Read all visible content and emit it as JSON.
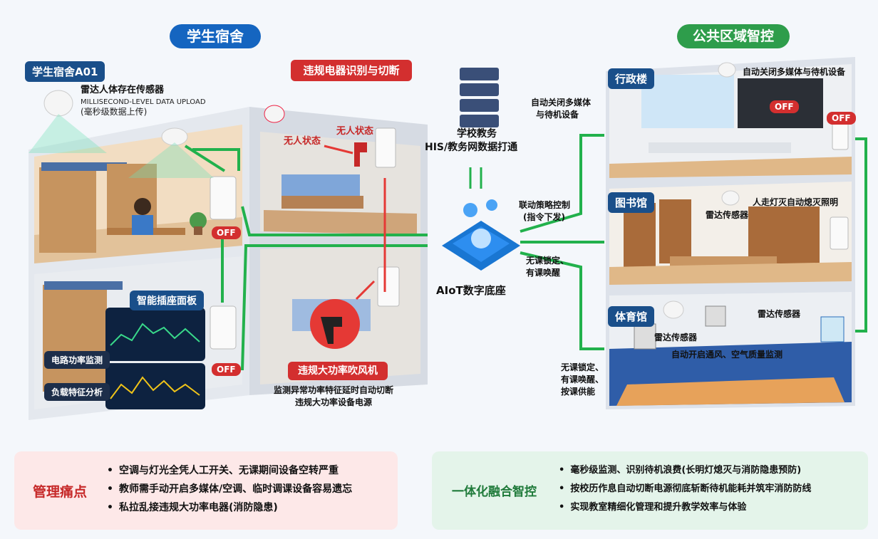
{
  "left_section": {
    "title": "学生宿舍",
    "dorm_tag": "学生宿舍A01",
    "sensor_title": "雷达人体存在传感器",
    "sensor_sub_en": "MILLISECOND-LEVEL DATA UPLOAD",
    "sensor_sub_cn": "(毫秒级数据上传)",
    "violation_title": "违规电器识别与切断",
    "unmanned_1": "无人状态",
    "unmanned_2": "无人状态",
    "smart_panel_tag": "智能插座面板",
    "power_monitor": "电路功率监测",
    "load_analysis": "负载特征分析",
    "off_1": "OFF",
    "off_2": "OFF",
    "hairdryer_title": "违规大功率吹风机",
    "hairdryer_desc_1": "监测异常功率特征延时自动切断",
    "hairdryer_desc_2": "违规大功率设备电源"
  },
  "center": {
    "server_label_1": "学校教务",
    "server_label_2": "HIS/教务网数据打通",
    "aiot_label": "AIoT数字底座",
    "link_strategy_1": "联动策略控制",
    "link_strategy_2": "(指令下发)",
    "lock_wake_1": "无课锁定、",
    "lock_wake_2": "有课唤醒",
    "auto_close_1": "自动关闭多媒体",
    "auto_close_2": "与待机设备",
    "gym_lock_1": "无课锁定、",
    "gym_lock_2": "有课唤醒、",
    "gym_lock_3": "按课供能"
  },
  "right_section": {
    "title": "公共区域智控",
    "admin_tag": "行政楼",
    "admin_desc": "自动关闭多媒体与待机设备",
    "admin_off_1": "OFF",
    "admin_off_2": "OFF",
    "library_tag": "图书馆",
    "library_desc": "人走灯灭自动熄灭照明",
    "library_radar": "雷达传感器",
    "gym_tag": "体育馆",
    "gym_radar_1": "雷达传感器",
    "gym_radar_2": "雷达传感器",
    "gym_desc": "自动开启通风、空气质量监测"
  },
  "bottom": {
    "pain_title": "管理痛点",
    "pain_items": [
      "空调与灯光全凭人工开关、无课期间设备空转严重",
      "教师需手动开启多媒体/空调、临时调课设备容易遗忘",
      "私拉乱接违规大功率电器(消防隐患)"
    ],
    "solution_title": "一体化融合智控",
    "solution_items": [
      "毫秒级监测、识别待机浪费(长明灯熄灭与消防隐患预防)",
      "按校历作息自动切断电源彻底斩断待机能耗并筑牢消防防线",
      "实现教室精细化管理和提升教学效率与体验"
    ]
  },
  "colors": {
    "blue": "#1565c0",
    "green": "#2e9d4b",
    "red": "#d32f2f",
    "arrow_green": "#22b14c"
  }
}
